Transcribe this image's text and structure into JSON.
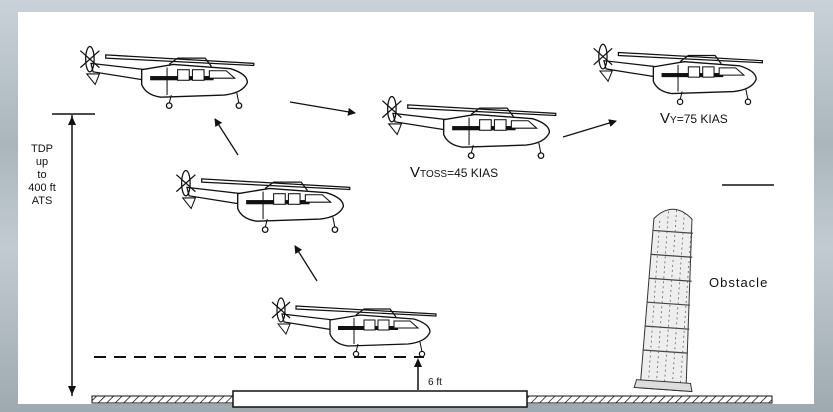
{
  "diagram": {
    "tdp_label": [
      "TDP",
      "up",
      "to",
      "400 ft",
      "ATS"
    ],
    "vtoss_prefix": "V",
    "vtoss_sub": "TOSS",
    "vtoss_value": "=45 KIAS",
    "vy_prefix": "V",
    "vy_sub": "Y",
    "vy_value": "=75 KIAS",
    "six_ft_label": "6 ft",
    "obstacle_label": "Obstacle"
  },
  "colors": {
    "ink": "#111111",
    "paper": "#ffffff",
    "background": "#b9c3c9"
  }
}
